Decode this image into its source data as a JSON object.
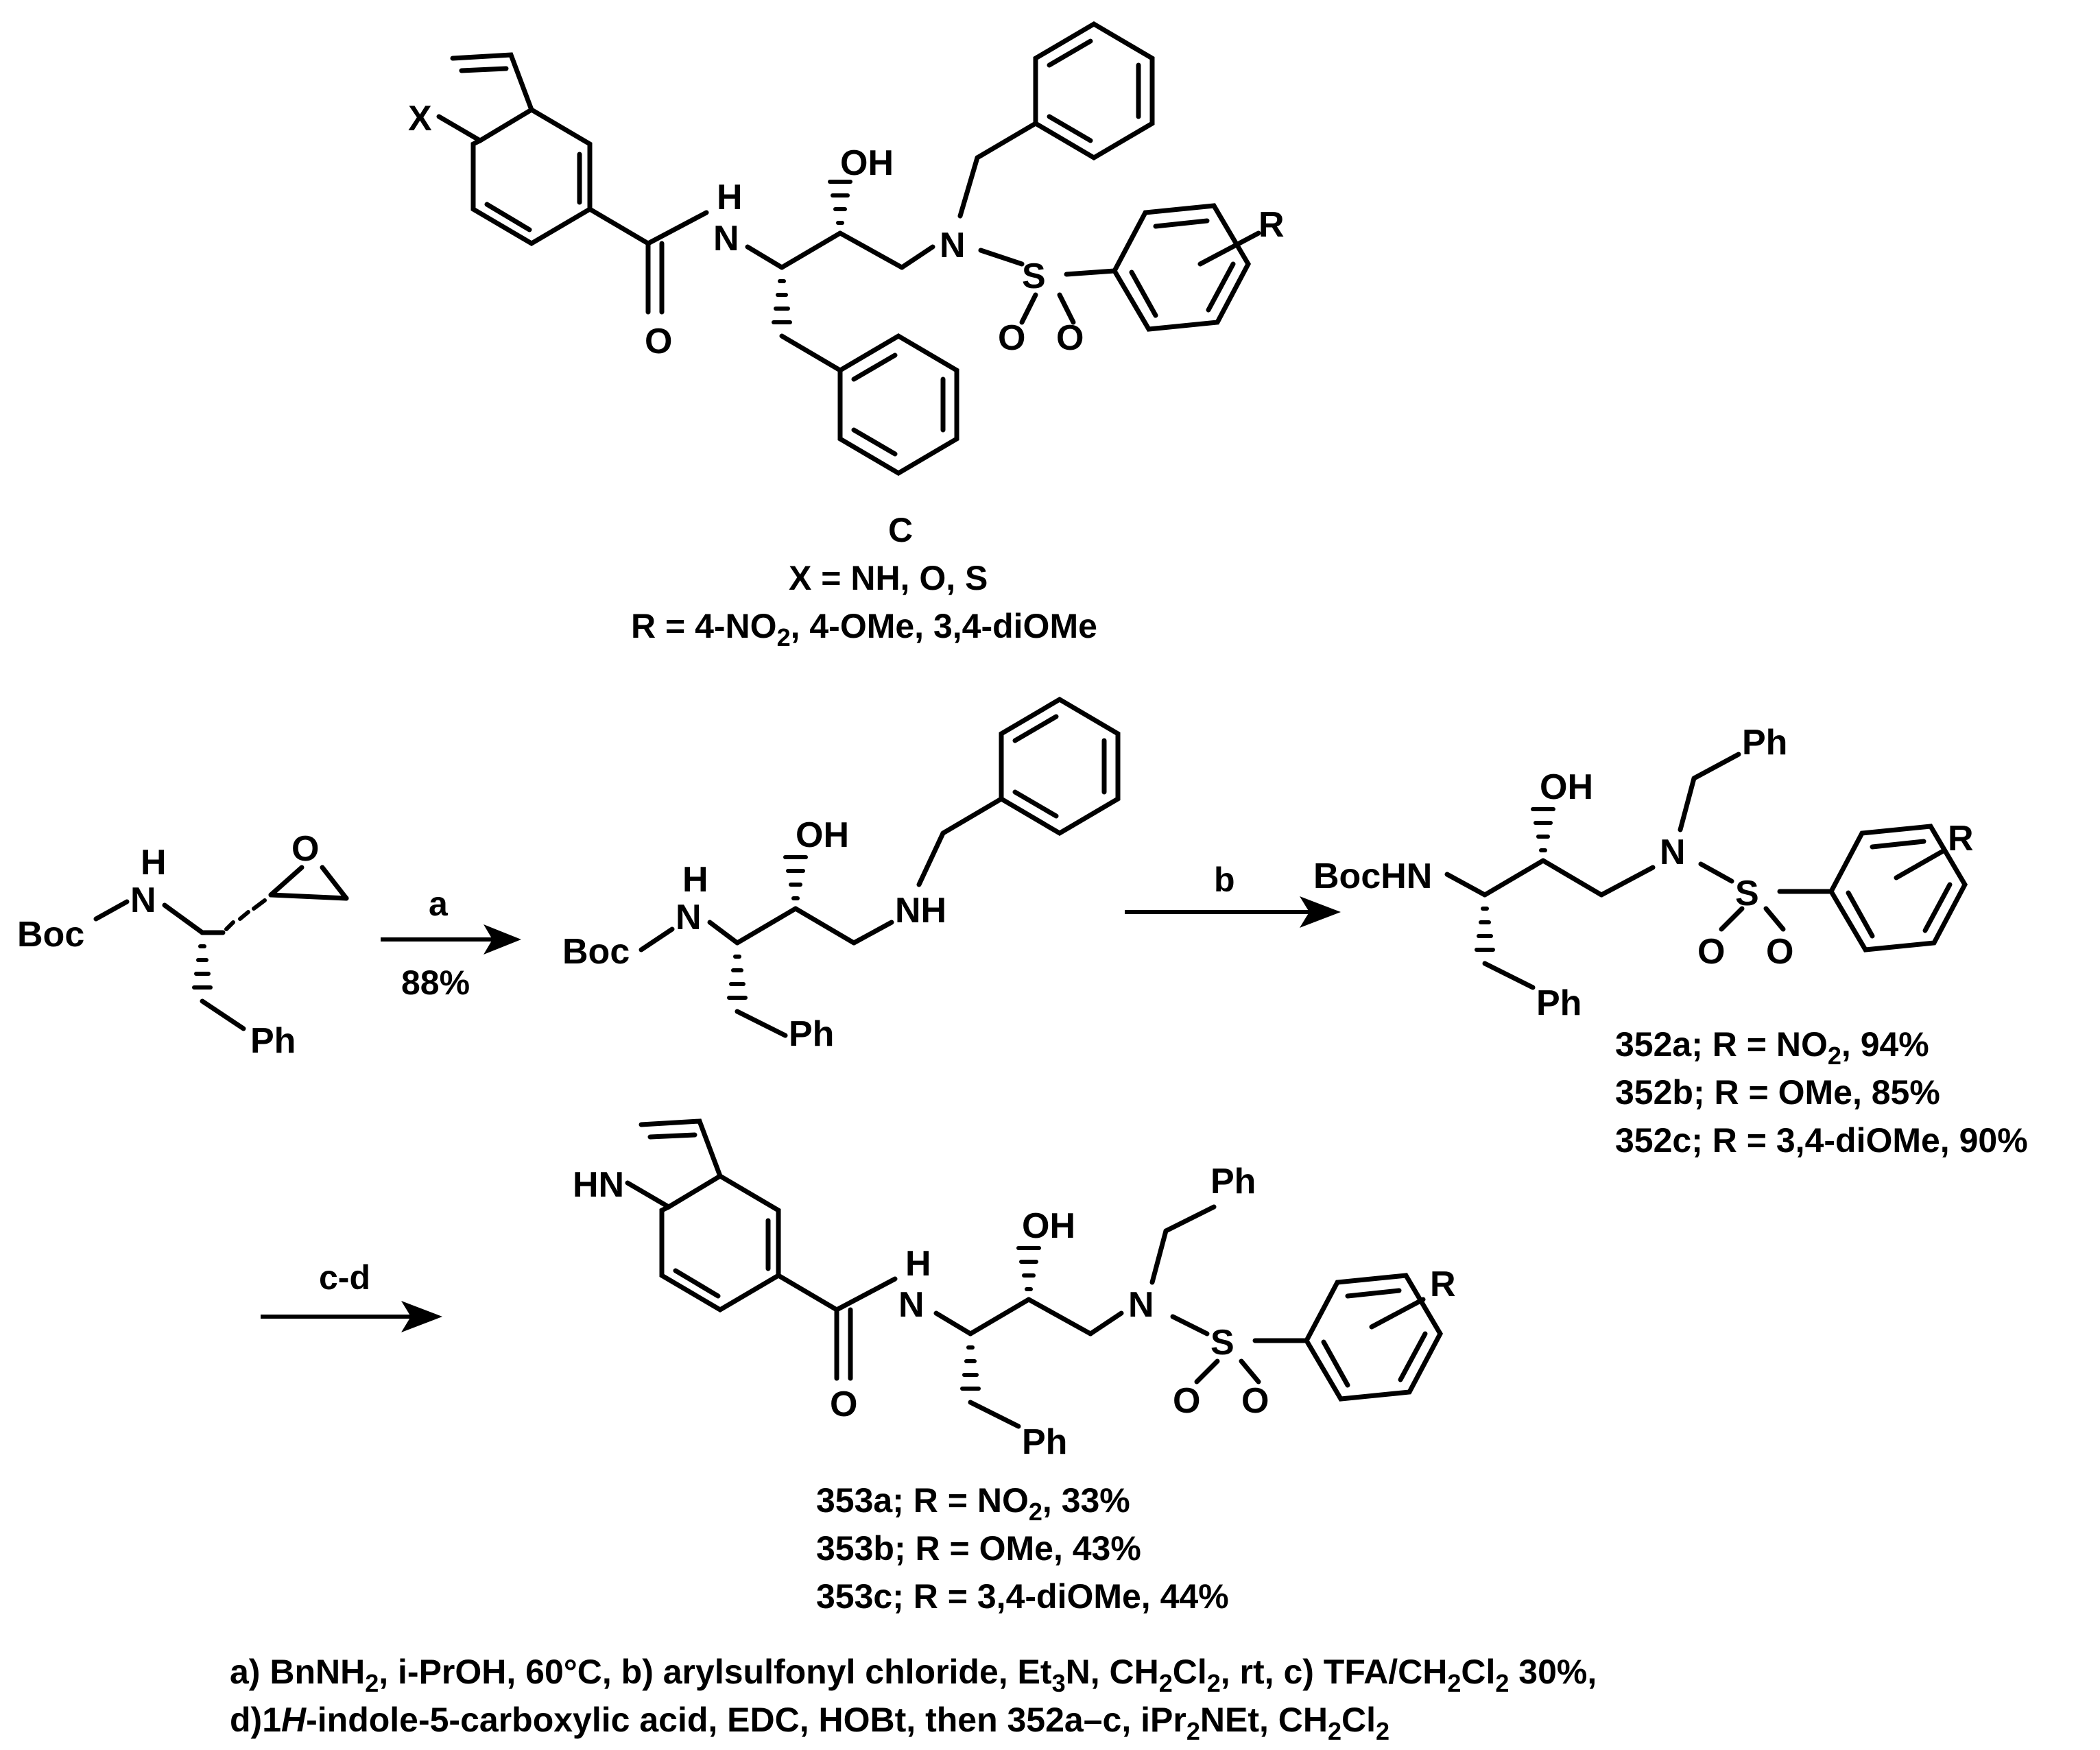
{
  "compound_C": {
    "label": "C",
    "x_def": "X = NH, O, S",
    "r_def_prefix": "R = 4-NO",
    "r_def_sub": "2",
    "r_def_suffix": ", 4-OMe, 3,4-diOMe",
    "atoms": {
      "x": "X",
      "oh": "OH",
      "n": "N",
      "nh": "H",
      "nh_n": "N",
      "o": "O",
      "s": "S",
      "so1": "O",
      "so2": "O",
      "r": "R"
    }
  },
  "start_material": {
    "boc": "Boc",
    "n": "N",
    "h": "H",
    "o": "O",
    "ph": "Ph"
  },
  "arrow_a": {
    "label": "a",
    "yield": "88%"
  },
  "intermediate_1": {
    "boc": "Boc",
    "n": "N",
    "h": "H",
    "oh": "OH",
    "nh": "NH",
    "ph": "Ph"
  },
  "arrow_b": {
    "label": "b"
  },
  "product_352": {
    "bochn": "BocHN",
    "oh": "OH",
    "ph_top": "Ph",
    "n": "N",
    "s": "S",
    "o1": "O",
    "o2": "O",
    "r": "R",
    "ph_bottom": "Ph",
    "yields": [
      {
        "pre": "352a; R = NO",
        "sub": "2",
        "post": ", 94%"
      },
      {
        "pre": "352b; R = OMe, 85%",
        "sub": "",
        "post": ""
      },
      {
        "pre": "352c; R = 3,4-diOMe, 90%",
        "sub": "",
        "post": ""
      }
    ]
  },
  "arrow_cd": {
    "label": "c-d"
  },
  "product_353": {
    "hn": "HN",
    "n": "N",
    "h": "H",
    "o": "O",
    "oh": "OH",
    "ph_top": "Ph",
    "n2": "N",
    "s": "S",
    "o1": "O",
    "o2": "O",
    "r": "R",
    "ph_bottom": "Ph",
    "yields": [
      {
        "pre": "353a; R = NO",
        "sub": "2",
        "post": ", 33%"
      },
      {
        "pre": "353b; R = OMe, 43%",
        "sub": "",
        "post": ""
      },
      {
        "pre": "353c; R = 3,4-diOMe, 44%",
        "sub": "",
        "post": ""
      }
    ]
  },
  "conditions": {
    "line1": [
      {
        "t": "a) BnNH"
      },
      {
        "s": "2"
      },
      {
        "t": ", i-PrOH, 60°C, b) arylsulfonyl chloride, Et"
      },
      {
        "s": "3"
      },
      {
        "t": "N, CH"
      },
      {
        "s": "2"
      },
      {
        "t": "Cl"
      },
      {
        "s": "2"
      },
      {
        "t": ", rt, c) TFA/CH"
      },
      {
        "s": "2"
      },
      {
        "t": "Cl"
      },
      {
        "s": "2"
      },
      {
        "t": " 30%,"
      }
    ],
    "line2": [
      {
        "t": "d)1"
      },
      {
        "i": "H"
      },
      {
        "t": "-indole-5-carboxylic acid, EDC, HOBt, then 352a–c, iPr"
      },
      {
        "s": "2"
      },
      {
        "t": "NEt, CH"
      },
      {
        "s": "2"
      },
      {
        "t": "Cl"
      },
      {
        "s": "2"
      }
    ]
  }
}
